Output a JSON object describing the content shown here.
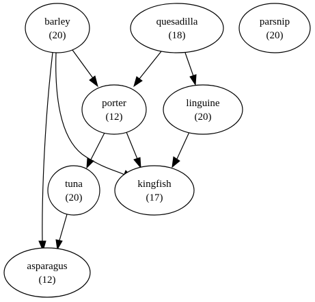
{
  "graph": {
    "nodes": [
      {
        "id": "barley",
        "label": "barley",
        "value": "(20)"
      },
      {
        "id": "quesadilla",
        "label": "quesadilla",
        "value": "(18)"
      },
      {
        "id": "parsnip",
        "label": "parsnip",
        "value": "(20)"
      },
      {
        "id": "porter",
        "label": "porter",
        "value": "(12)"
      },
      {
        "id": "linguine",
        "label": "linguine",
        "value": "(20)"
      },
      {
        "id": "tuna",
        "label": "tuna",
        "value": "(20)"
      },
      {
        "id": "kingfish",
        "label": "kingfish",
        "value": "(17)"
      },
      {
        "id": "asparagus",
        "label": "asparagus",
        "value": "(12)"
      }
    ],
    "edges": [
      {
        "from": "barley",
        "to": "porter"
      },
      {
        "from": "barley",
        "to": "kingfish"
      },
      {
        "from": "barley",
        "to": "asparagus"
      },
      {
        "from": "quesadilla",
        "to": "porter"
      },
      {
        "from": "quesadilla",
        "to": "linguine"
      },
      {
        "from": "porter",
        "to": "tuna"
      },
      {
        "from": "porter",
        "to": "kingfish"
      },
      {
        "from": "linguine",
        "to": "kingfish"
      },
      {
        "from": "tuna",
        "to": "asparagus"
      }
    ]
  }
}
